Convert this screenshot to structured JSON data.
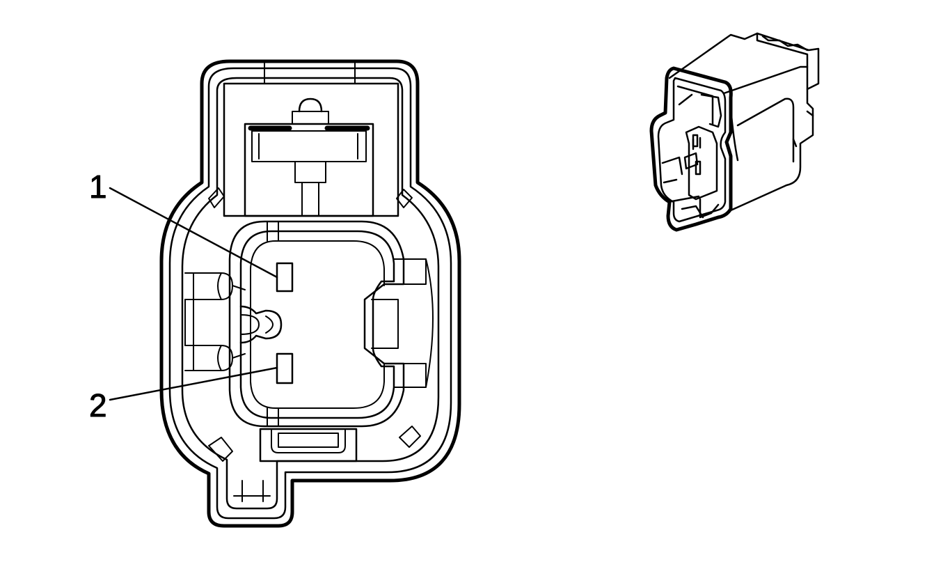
{
  "callouts": [
    {
      "label": "1"
    },
    {
      "label": "2"
    }
  ],
  "colors": {
    "line": "#000000",
    "background": "#ffffff"
  },
  "figures": {
    "face_view": "connector-face-view",
    "iso_view": "connector-isometric-view"
  }
}
